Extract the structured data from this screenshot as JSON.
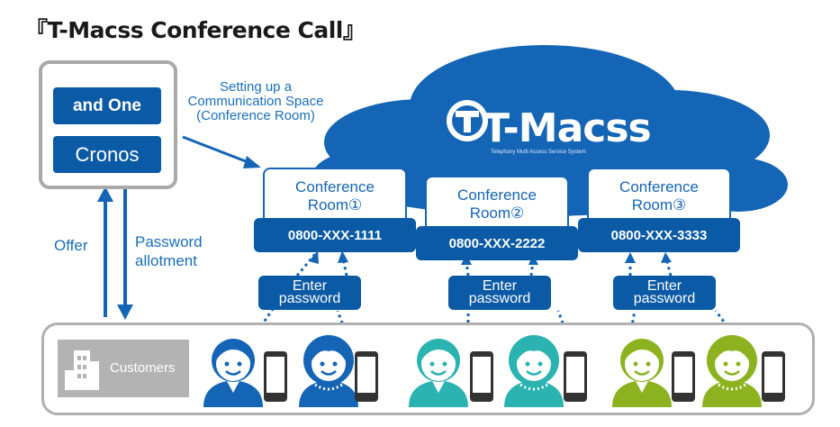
{
  "title": "『T-Macss Conference Call』",
  "systems": {
    "and_one": "and One",
    "cronos": "Cronos"
  },
  "labels": {
    "setup_line1": "Setting up a",
    "setup_line2": "Communication Space",
    "setup_line3": "(Conference Room)",
    "offer": "Offer",
    "password_line1": "Password",
    "password_line2": "allotment"
  },
  "cloud": {
    "logo": "T-Macss",
    "subtitle": "Telephony Multi Access Service System"
  },
  "rooms": [
    {
      "name_line1": "Conference",
      "name_line2": "Room①",
      "number": "0800-XXX-1111"
    },
    {
      "name_line1": "Conference",
      "name_line2": "Room②",
      "number": "0800-XXX-2222"
    },
    {
      "name_line1": "Conference",
      "name_line2": "Room③",
      "number": "0800-XXX-3333"
    }
  ],
  "enter_password": {
    "line1": "Enter",
    "line2": "password"
  },
  "customers": "Customers",
  "colors": {
    "blue_dark": "#0b5aa6",
    "blue_cloud": "#1565b6",
    "blue_text": "#1a6fb8",
    "group1": "#1565b6",
    "group2": "#2bb3b1",
    "group3": "#8cb31f",
    "gray": "#b0b0b0"
  }
}
